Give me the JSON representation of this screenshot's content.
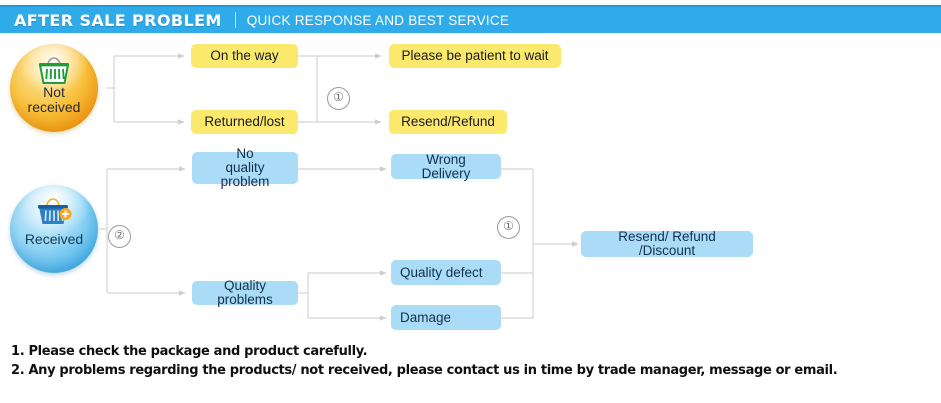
{
  "header": {
    "title": "AFTER SALE PROBLEM",
    "divider": "|",
    "subtitle": "QUICK RESPONSE AND BEST SERVICE",
    "background_color": "#2fabe9",
    "text_color": "#ffffff"
  },
  "colors": {
    "yellow_node": "#fbe96d",
    "blue_node": "#aadcf7",
    "connector": "#dcdcdc",
    "not_received_circle": "#f9c13c",
    "received_circle": "#4fb3e8"
  },
  "branches": [
    {
      "id": "not-received",
      "circle_label_line1": "Not",
      "circle_label_line2": "received",
      "icon": "shopping-basket-icon",
      "icon_color": "#1e9e3a"
    },
    {
      "id": "received",
      "circle_label_line1": "Received",
      "circle_label_line2": "",
      "icon": "shopping-basket-icon",
      "icon_color": "#2f7fc4"
    }
  ],
  "nodes": {
    "on_the_way": "On the way",
    "returned_lost": "Returned/lost",
    "please_be_patient": "Please be patient to wait",
    "resend_refund": "Resend/Refund",
    "no_quality_problem_line1": "No",
    "no_quality_problem_line2": "quality problem",
    "quality_problems": "Quality problems",
    "wrong_delivery": "Wrong Delivery",
    "quality_defect": "Quality defect",
    "damage": "Damage",
    "resend_refund_discount": "Resend/ Refund /Discount"
  },
  "markers": {
    "top_step_one": "①",
    "received_step_two": "②",
    "received_step_one": "①"
  },
  "footer": {
    "note1": "1. Please check the package and product carefully.",
    "note2": "2. Any problems regarding the products/ not received, please contact us in time by trade manager, message or email."
  }
}
